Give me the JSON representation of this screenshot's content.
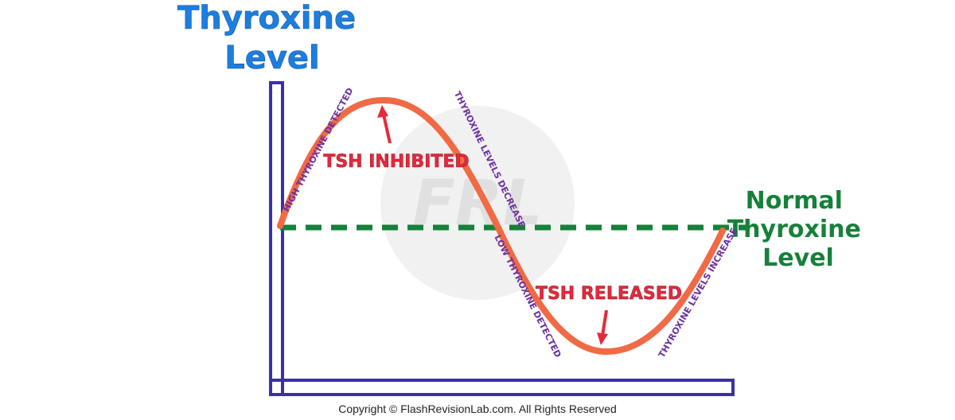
{
  "axis_title": {
    "line1": "Thyroxine",
    "line2": "Level"
  },
  "normal_label": {
    "line1": "Normal",
    "line2": "Thyroxine",
    "line3": "Level"
  },
  "peak_label": "TSH INHIBITED",
  "trough_label": "TSH RELEASED",
  "phase_labels": {
    "rising_high": "HIGH THYROXINE DETECTED",
    "falling": "THYROXINE LEVELS DECREASE",
    "falling_low": "LOW THYROXINE DETECTED",
    "rising": "THYROXINE LEVELS INCREASE"
  },
  "watermark": "FRL",
  "copyright": "Copyright © FlashRevisionLab.com. All Rights Reserved",
  "colors": {
    "axis": "#3a2fb0",
    "title_blue": "#1c7fe0",
    "normal_green": "#17803a",
    "curve": "#f06a45",
    "arrow_red": "#e8283c",
    "phase_purple": "#6b2fa0",
    "watermark": "#e2e2e2"
  }
}
